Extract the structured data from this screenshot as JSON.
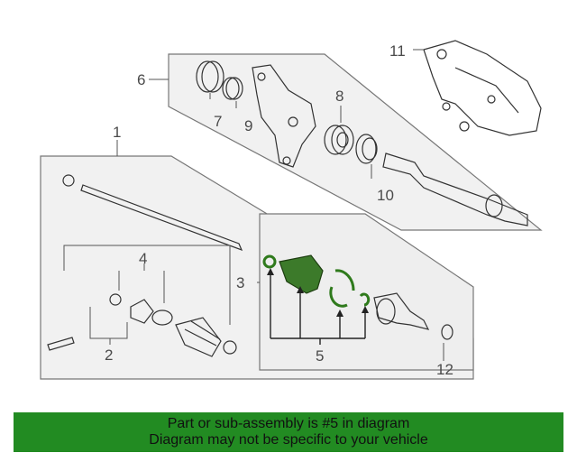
{
  "callouts": {
    "c1": "1",
    "c2": "2",
    "c3": "3",
    "c4": "4",
    "c5": "5",
    "c6": "6",
    "c7": "7",
    "c8": "8",
    "c9": "9",
    "c10": "10",
    "c11": "11",
    "c12": "12"
  },
  "banner": {
    "line1": "Part or sub-assembly is #5 in diagram",
    "line2": "Diagram may not be specific to your vehicle"
  },
  "colors": {
    "highlight": "#3c7a2a",
    "banner": "#228b22"
  }
}
